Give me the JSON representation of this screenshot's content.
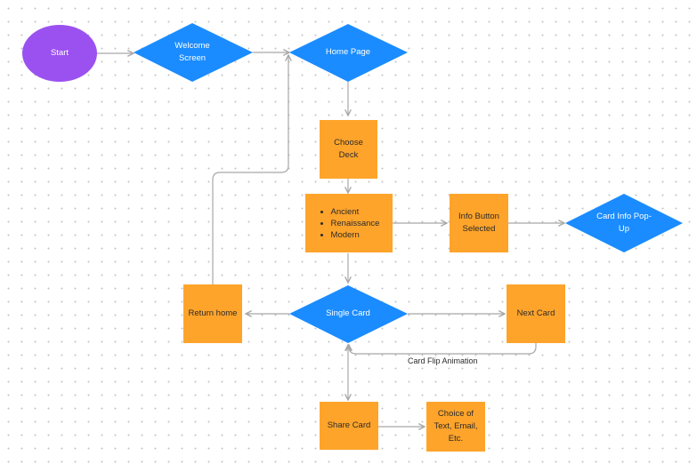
{
  "nodes": {
    "start": "Start",
    "welcome": "Welcome\nScreen",
    "home": "Home Page",
    "choose_deck": "Choose\nDeck",
    "eras": [
      "Ancient",
      "Renaissance",
      "Modern"
    ],
    "info_button": "Info Button\nSelected",
    "card_info": "Card Info Pop-\nUp",
    "single_card": "Single Card",
    "return_home": "Return home",
    "next_card": "Next Card",
    "share_card": "Share Card",
    "choice": "Choice of\nText, Email,\nEtc."
  },
  "edges": {
    "flip_label": "Card Flip Animation"
  },
  "colors": {
    "terminal": "#9b51f0",
    "decision": "#1a8cff",
    "process": "#ffa42b",
    "connector": "#a8a8a8"
  }
}
